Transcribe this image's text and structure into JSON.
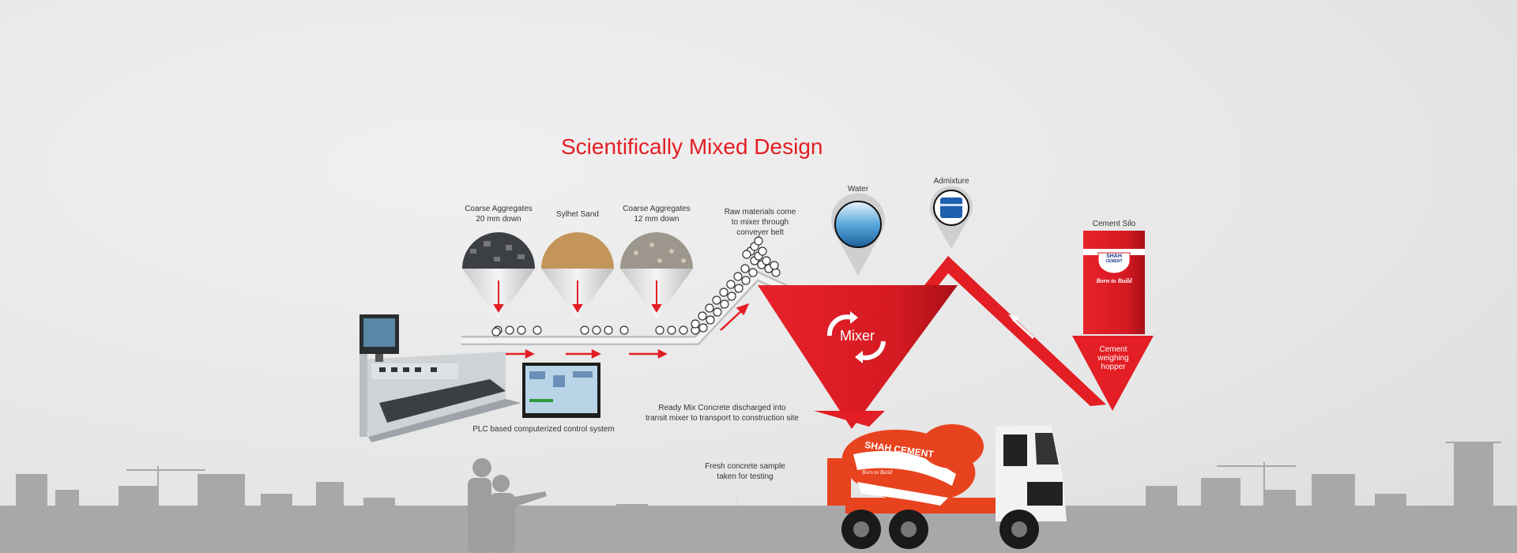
{
  "title": "Scientifically Mixed Design",
  "materials": [
    {
      "label_line1": "Coarse Aggregates",
      "label_line2": "20 mm down"
    },
    {
      "label_line1": "Sylhet Sand",
      "label_line2": ""
    },
    {
      "label_line1": "Coarse Aggregates",
      "label_line2": "12 mm down"
    }
  ],
  "conveyor": {
    "line1": "Raw materials come",
    "line2": "to mixer through",
    "line3": "conveyer belt"
  },
  "water": "Water",
  "admixture": "Admixture",
  "mixer": "Mixer",
  "silo": {
    "label": "Cement Silo",
    "brand_line1": "SHAH",
    "brand_line2": "CEMENT",
    "tagline": "Born to Build"
  },
  "hopper": {
    "line1": "Cement",
    "line2": "weighing",
    "line3": "hopper"
  },
  "plc": "PLC based computerized control system",
  "discharge": {
    "line1": "Ready Mix Concrete discharged into",
    "line2": "transit mixer to transport to construction site"
  },
  "sample": {
    "line1": "Fresh concrete sample",
    "line2": "taken for testing"
  },
  "truck": {
    "brand": "SHAH CEMENT",
    "tagline": "Born to Build"
  },
  "colors": {
    "accent": "#e31e24",
    "dark_red": "#b5121b",
    "text": "#333333",
    "skyline": "#a8a8a8"
  }
}
